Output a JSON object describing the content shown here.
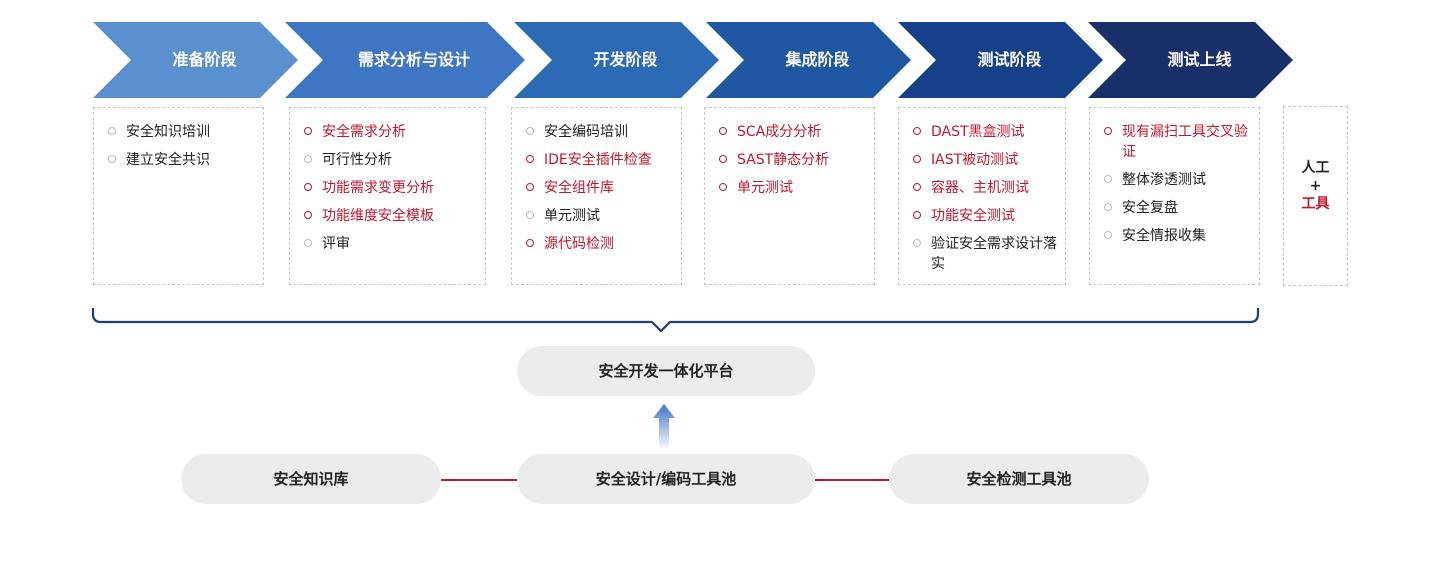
{
  "stages": [
    {
      "label": "准备阶段",
      "color": "#5a8fd0"
    },
    {
      "label": "需求分析与设计",
      "color": "#3f76c3"
    },
    {
      "label": "开发阶段",
      "color": "#2d6ab5"
    },
    {
      "label": "集成阶段",
      "color": "#1f57a3"
    },
    {
      "label": "测试阶段",
      "color": "#16418a"
    },
    {
      "label": "测试上线",
      "color": "#182f6a"
    }
  ],
  "columns": [
    {
      "items": [
        {
          "text": "安全知识培训",
          "highlight": false
        },
        {
          "text": "建立安全共识",
          "highlight": false
        }
      ]
    },
    {
      "items": [
        {
          "text": "安全需求分析",
          "highlight": true
        },
        {
          "text": "可行性分析",
          "highlight": false
        },
        {
          "text": "功能需求变更分析",
          "highlight": true
        },
        {
          "text": "功能维度安全模板",
          "highlight": true
        },
        {
          "text": "评审",
          "highlight": false
        }
      ]
    },
    {
      "items": [
        {
          "text": "安全编码培训",
          "highlight": false
        },
        {
          "text": "IDE安全插件检查",
          "highlight": true
        },
        {
          "text": "安全组件库",
          "highlight": true
        },
        {
          "text": "单元测试",
          "highlight": false
        },
        {
          "text": "源代码检测",
          "highlight": true
        }
      ]
    },
    {
      "items": [
        {
          "text": "SCA成分分析",
          "highlight": true
        },
        {
          "text": "SAST静态分析",
          "highlight": true
        },
        {
          "text": "单元测试",
          "highlight": true
        }
      ]
    },
    {
      "items": [
        {
          "text": "DAST黑盒测试",
          "highlight": true
        },
        {
          "text": "IAST被动测试",
          "highlight": true
        },
        {
          "text": "容器、主机测试",
          "highlight": true
        },
        {
          "text": "功能安全测试",
          "highlight": true
        },
        {
          "text": "验证安全需求设计落实",
          "highlight": false
        }
      ]
    },
    {
      "items": [
        {
          "text": "现有漏扫工具交叉验证",
          "highlight": true
        },
        {
          "text": "整体渗透测试",
          "highlight": false
        },
        {
          "text": "安全复盘",
          "highlight": false
        },
        {
          "text": "安全情报收集",
          "highlight": false
        }
      ]
    }
  ],
  "side": {
    "line1": "人工",
    "line2": "+",
    "line3": "工具"
  },
  "platform": "安全开发一体化平台",
  "pools": {
    "left": "安全知识库",
    "center": "安全设计/编码工具池",
    "right": "安全检测工具池"
  },
  "colors": {
    "accent": "#c5172e",
    "brace": "#1f3f7a",
    "pill": "#ececef"
  }
}
